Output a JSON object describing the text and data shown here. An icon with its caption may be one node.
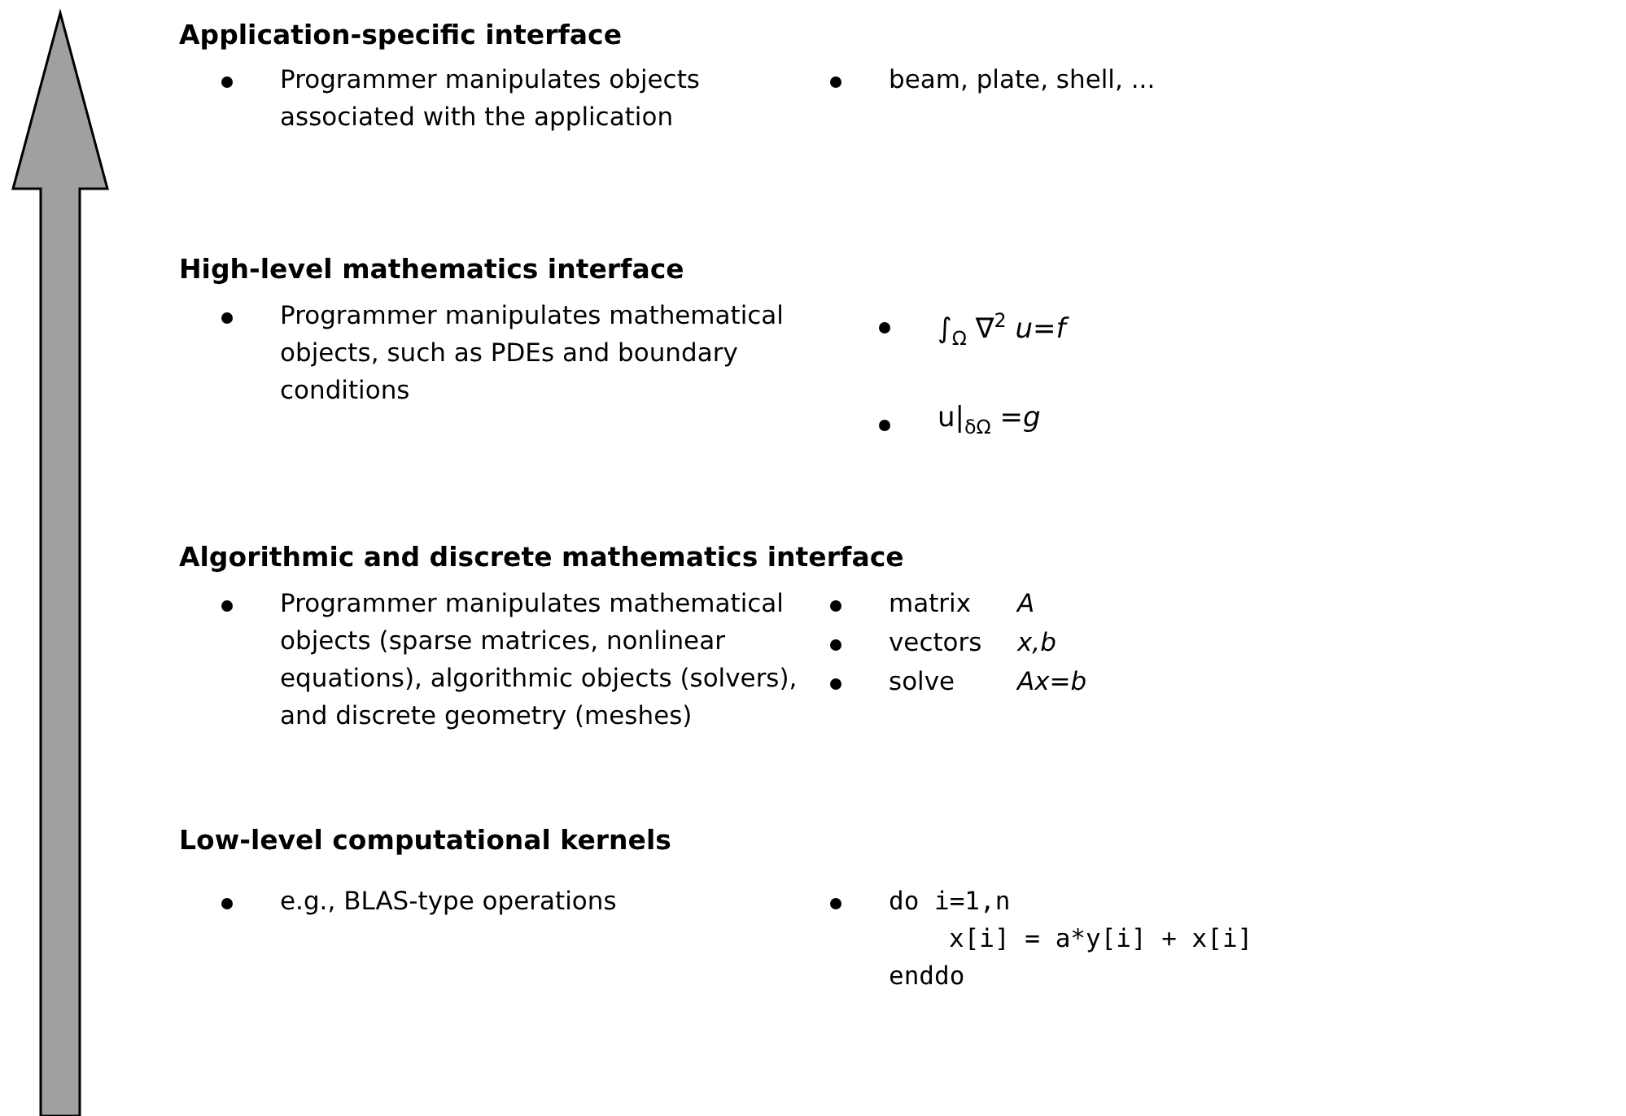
{
  "diagram": {
    "labels": [
      "Application-specific interface",
      "Programmer manipulates objects associated with the application",
      "beam, plate, shell, ...",
      "High-level mathematics interface",
      "Programmer manipulates mathematical objects, such as PDEs and boundary conditions",
      "∫$_{Ω}$ ∇$^{2}$ *u=f*",
      "u|$_{δΩ}$ =*g*",
      "Algorithmic and discrete mathematics interface",
      "Programmer manipulates mathematical objects (sparse matrices, nonlinear equations), algorithmic objects (solvers), and discrete geometry (meshes)",
      "matrix",
      "A",
      "vectors",
      "x,b",
      "solve",
      "Ax=b",
      "Low-level computational kernels",
      "e.g., BLAS-type operations",
      "do i=1,n",
      "x[i] = a*y[i] + x[i]",
      "enddo"
    ]
  }
}
